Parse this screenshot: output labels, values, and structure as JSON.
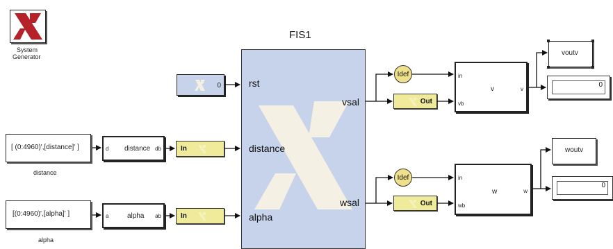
{
  "sysgen": {
    "label_line1": "System",
    "label_line2": "Generator",
    "colors": {
      "logo": "#b6222a"
    },
    "icon": "xilinx-logo-icon"
  },
  "rst_const": {
    "value": "0",
    "icon": "xilinx-logo-icon"
  },
  "fis": {
    "title": "FIS1",
    "inputs": {
      "rst": "rst",
      "distance": "distance",
      "alpha": "alpha"
    },
    "outputs": {
      "vsal": "vsal",
      "wsal": "wsal"
    },
    "colors": {
      "body": "#c6d3ea",
      "logo": "#f4f1e4"
    }
  },
  "distance_source": {
    "expr": "[ (0:4960)',[distance]' ]",
    "label": "distance"
  },
  "alpha_source": {
    "expr": "[(0:4960)',[alpha]' ]",
    "label": "alpha"
  },
  "distance_sub": {
    "name": "distance",
    "in_port": "d",
    "out_port": "db"
  },
  "alpha_sub": {
    "name": "alpha",
    "in_port": "a",
    "out_port": "ab"
  },
  "gateway_in_distance": {
    "label": "In"
  },
  "gateway_in_alpha": {
    "label": "In"
  },
  "v_branch": {
    "idef": "Idef",
    "gateway_out": "Out",
    "sub": {
      "name": "v",
      "in_port_1": "in",
      "in_port_2": "vb",
      "out_port": "v"
    },
    "to_workspace": "voutv",
    "display_value": "0"
  },
  "w_branch": {
    "idef": "Idef",
    "gateway_out": "Out",
    "sub": {
      "name": "w",
      "in_port_1": "in",
      "in_port_2": "wb",
      "out_port": "w"
    },
    "to_workspace": "woutv",
    "display_value": "0"
  },
  "colors": {
    "gateway": "#efeb9a",
    "const_block": "#c6d3ea",
    "wire": "#111111"
  }
}
